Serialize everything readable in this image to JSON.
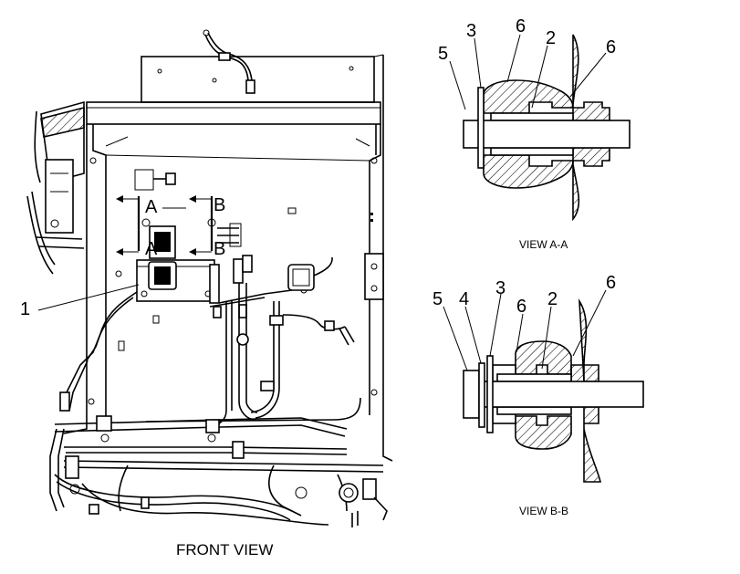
{
  "views": {
    "front": {
      "caption": "FRONT VIEW",
      "callouts": [
        {
          "label": "1"
        }
      ],
      "section_markers": [
        {
          "label": "A"
        },
        {
          "label": "B"
        },
        {
          "label": "A"
        },
        {
          "label": "B"
        }
      ]
    },
    "view_a": {
      "caption": "VIEW A-A",
      "callouts": [
        {
          "label": "5"
        },
        {
          "label": "3"
        },
        {
          "label": "6"
        },
        {
          "label": "2"
        },
        {
          "label": "6"
        }
      ]
    },
    "view_b": {
      "caption": "VIEW B-B",
      "callouts": [
        {
          "label": "5"
        },
        {
          "label": "4"
        },
        {
          "label": "3"
        },
        {
          "label": "6"
        },
        {
          "label": "2"
        },
        {
          "label": "6"
        }
      ]
    }
  }
}
